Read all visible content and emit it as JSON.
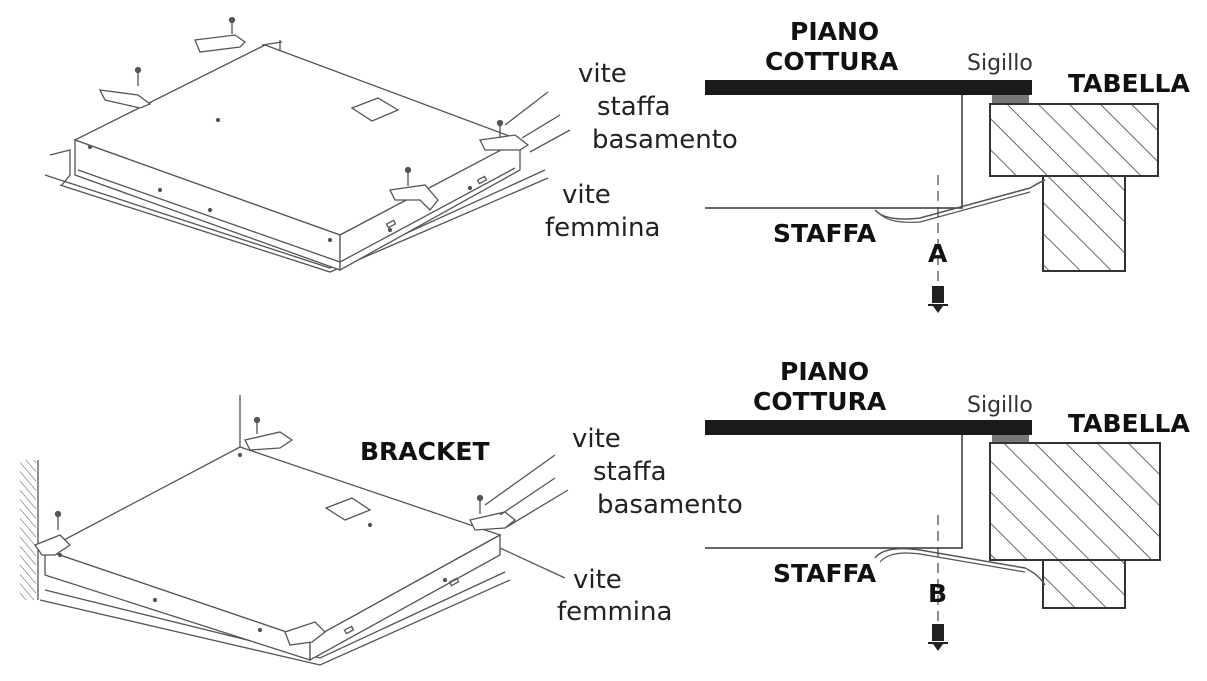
{
  "top": {
    "left_labels": [
      "vite",
      "staffa",
      "basamento",
      "vite",
      "femmina"
    ],
    "piano_line1": "PIANO",
    "piano_line2": "COTTURA",
    "sigillo": "Sigillo",
    "tabella": "TABELLA",
    "staffa": "STAFFA",
    "letter": "A"
  },
  "bottom": {
    "bracket": "BRACKET",
    "left_labels": [
      "vite",
      "staffa",
      "basamento",
      "vite",
      "femmina"
    ],
    "piano_line1": "PIANO",
    "piano_line2": "COTTURA",
    "sigillo": "Sigillo",
    "tabella": "TABELLA",
    "staffa": "STAFFA",
    "letter": "B"
  },
  "colors": {
    "ink": "#111111",
    "line": "#555555",
    "hatch": "#444444"
  }
}
